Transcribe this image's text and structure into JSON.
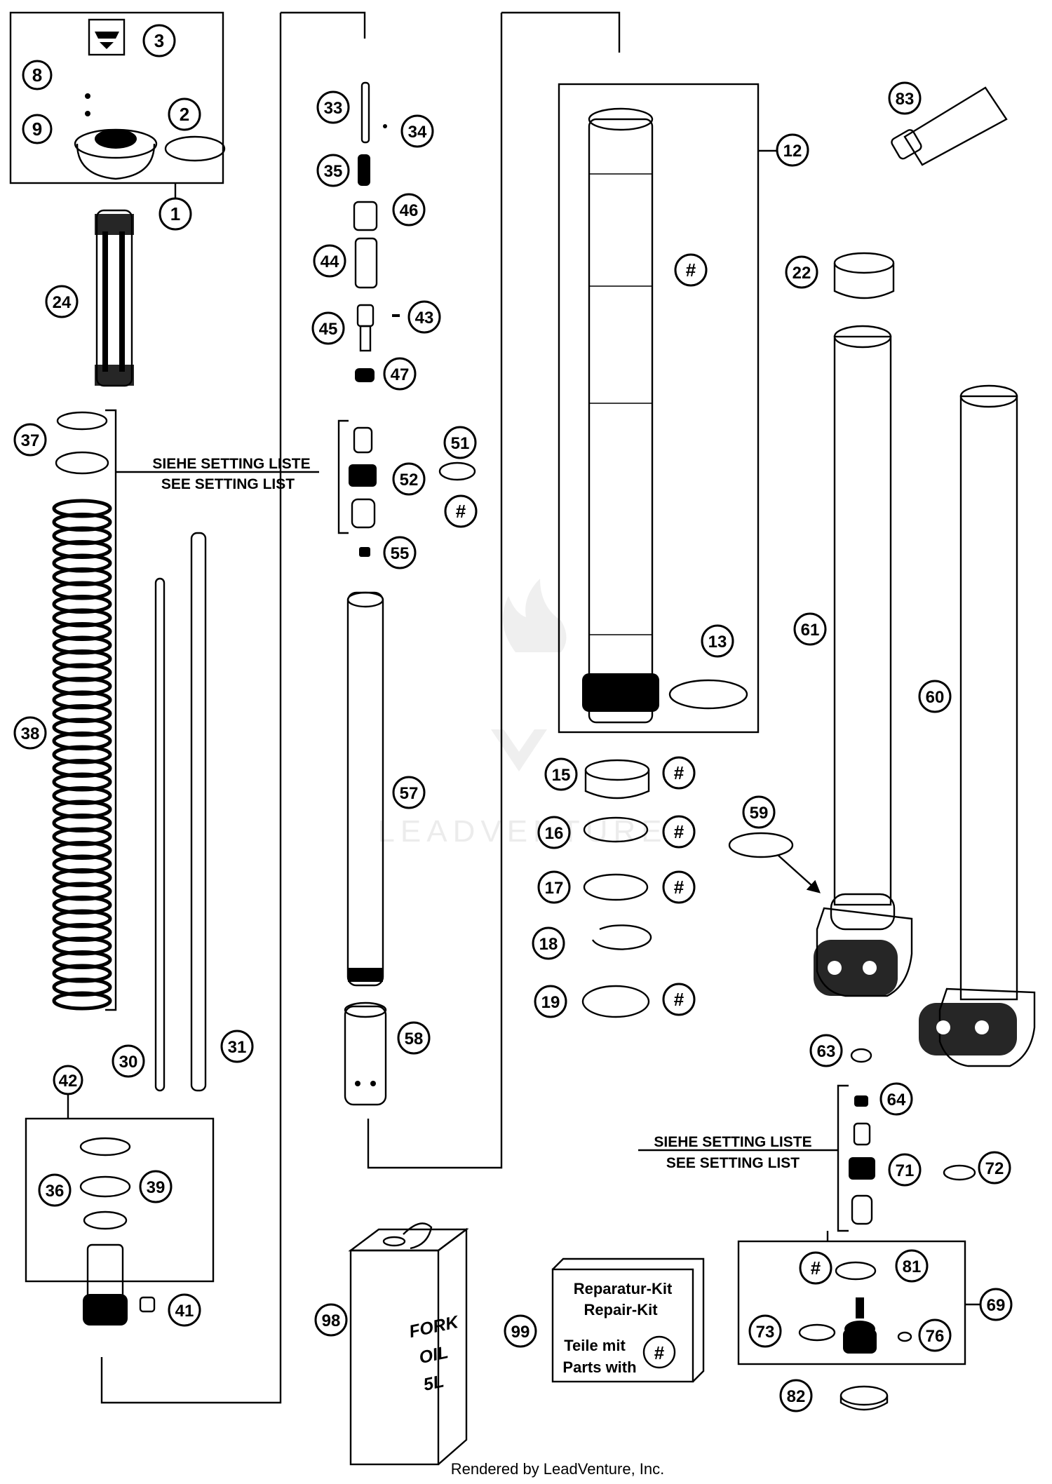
{
  "callouts": [
    "3",
    "8",
    "9",
    "2",
    "1",
    "24",
    "37",
    "36",
    "30",
    "31",
    "42",
    "38",
    "39",
    "41",
    "33",
    "34",
    "35",
    "46",
    "44",
    "45",
    "43",
    "47",
    "51",
    "52",
    "55",
    "57",
    "58",
    "12",
    "13",
    "83",
    "22",
    "61",
    "60",
    "15",
    "16",
    "17",
    "18",
    "19",
    "59",
    "63",
    "64",
    "71",
    "72",
    "81",
    "73",
    "76",
    "69",
    "82",
    "98",
    "99",
    "#"
  ],
  "notes": {
    "setting_de": "SIEHE SETTING LISTE",
    "setting_en": "SEE SETTING LIST"
  },
  "kit_box": {
    "line1": "Reparatur-Kit",
    "line2": "Repair-Kit",
    "line3": "Teile mit",
    "line4": "Parts with",
    "symbol": "#"
  },
  "oil_can": {
    "line1": "FORK",
    "line2": "OIL",
    "line3": "5L"
  },
  "footer": "Rendered by LeadVenture, Inc.",
  "watermark": "LEADVENTURE",
  "colors": {
    "ink": "#000000",
    "paper": "#ffffff",
    "watermark": "#d8d8d8"
  }
}
